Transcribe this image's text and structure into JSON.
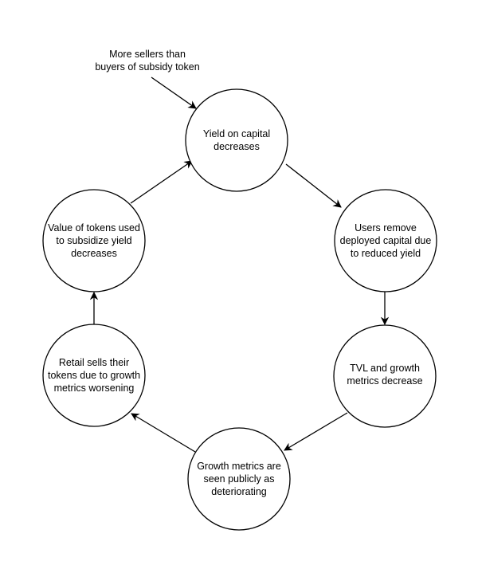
{
  "diagram": {
    "title": "",
    "external_input": "More sellers than buyers of subsidy token",
    "external_input_lines": [
      "More sellers than",
      "buyers of subsidy token"
    ],
    "nodes": [
      {
        "id": "yield",
        "lines": [
          "Yield on capital",
          "decreases"
        ]
      },
      {
        "id": "users-remove",
        "lines": [
          "Users remove",
          "deployed capital due",
          "to reduced yield"
        ]
      },
      {
        "id": "tvl",
        "lines": [
          "TVL and growth",
          "metrics decrease"
        ]
      },
      {
        "id": "growth-public",
        "lines": [
          "Growth metrics are",
          "seen publicly as",
          "deteriorating"
        ]
      },
      {
        "id": "retail-sells",
        "lines": [
          "Retail sells their",
          "tokens due to growth",
          "metrics worsening"
        ]
      },
      {
        "id": "token-value",
        "lines": [
          "Value of tokens used",
          "to subsidize yield",
          "decreases"
        ]
      }
    ],
    "edges": [
      {
        "from": "external_input",
        "to": "yield"
      },
      {
        "from": "yield",
        "to": "users-remove"
      },
      {
        "from": "users-remove",
        "to": "tvl"
      },
      {
        "from": "tvl",
        "to": "growth-public"
      },
      {
        "from": "growth-public",
        "to": "retail-sells"
      },
      {
        "from": "retail-sells",
        "to": "token-value"
      },
      {
        "from": "token-value",
        "to": "yield"
      }
    ],
    "colors": {
      "stroke": "#000000",
      "fill": "#ffffff",
      "text": "#000000"
    }
  }
}
